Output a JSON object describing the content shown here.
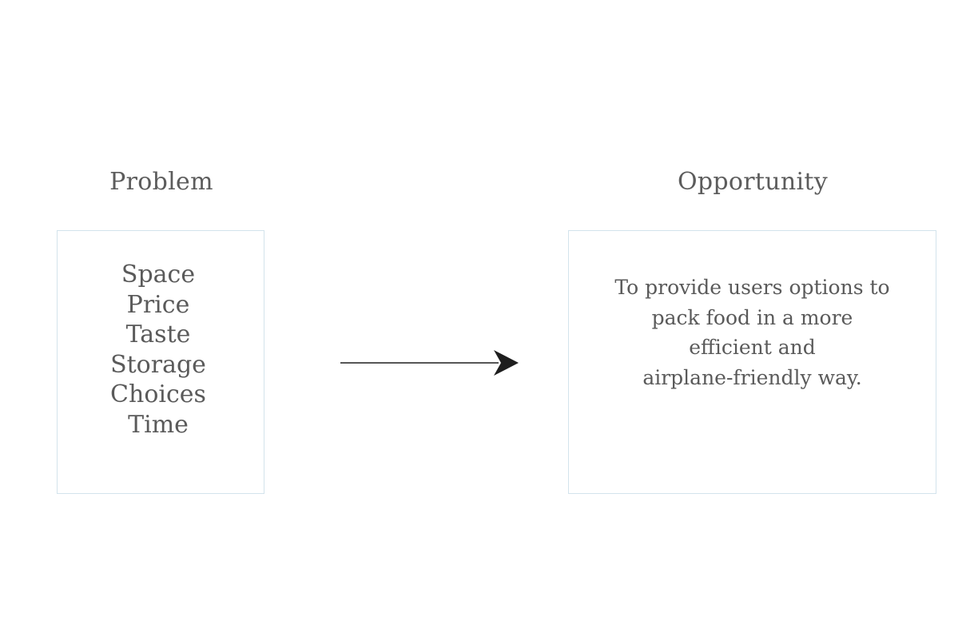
{
  "problem": {
    "heading": "Problem",
    "items": [
      "Space",
      "Price",
      "Taste",
      "Storage",
      "Choices",
      "Time"
    ]
  },
  "opportunity": {
    "heading": "Opportunity",
    "lines": [
      "To provide users options to",
      "pack food in a more",
      "efficient and",
      "airplane-friendly way."
    ]
  },
  "colors": {
    "text": "#5a5a5a",
    "box_border": "#d3e3ec",
    "arrow": "#1e1e1e"
  }
}
